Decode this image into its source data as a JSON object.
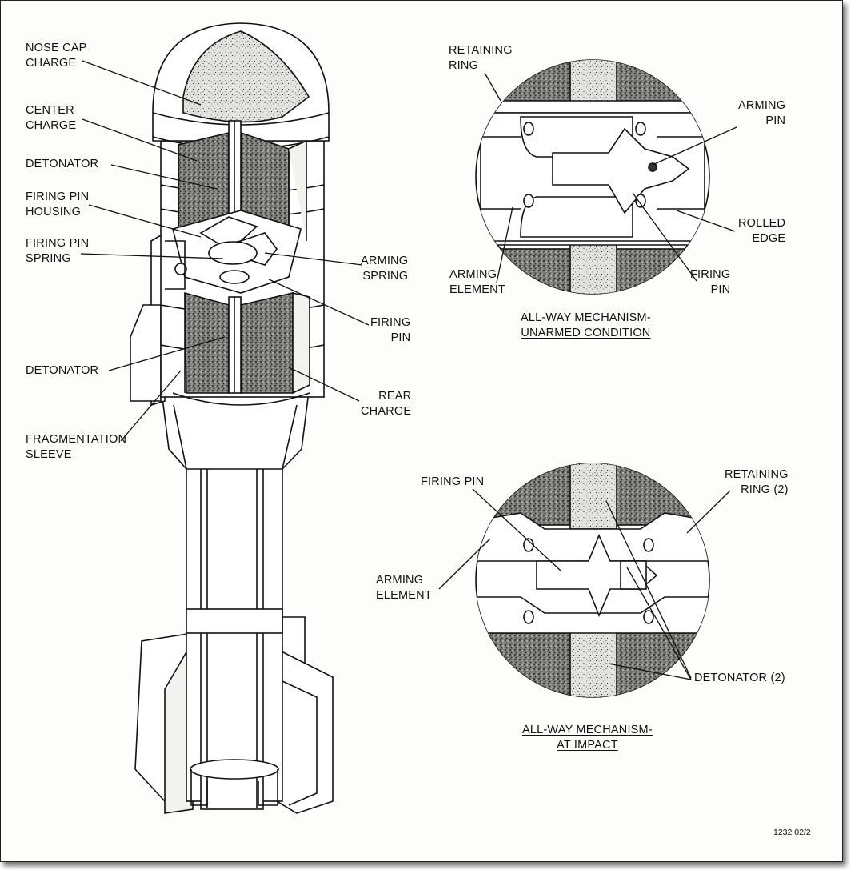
{
  "labels": {
    "nose_cap_charge": "NOSE CAP\nCHARGE",
    "center_charge": "CENTER\nCHARGE",
    "detonator_upper": "DETONATOR",
    "firing_pin_housing": "FIRING PIN\nHOUSING",
    "firing_pin_spring": "FIRING PIN\nSPRING",
    "arming_spring": "ARMING\nSPRING",
    "firing_pin_main": "FIRING\nPIN",
    "detonator_lower": "DETONATOR",
    "rear_charge": "REAR\nCHARGE",
    "fragmentation_sleeve": "FRAGMENTATION\nSLEEVE",
    "retaining_ring_top": "RETAINING\nRING",
    "arming_pin": "ARMING\nPIN",
    "rolled_edge": "ROLLED\nEDGE",
    "arming_element_top": "ARMING\nELEMENT",
    "firing_pin_top": "FIRING\nPIN",
    "caption_unarmed": "ALL-WAY MECHANISM-\nUNARMED CONDITION",
    "firing_pin_bottom": "FIRING PIN",
    "retaining_ring_bottom": "RETAINING\nRING (2)",
    "arming_element_bottom": "ARMING\nELEMENT",
    "detonator_bottom": "DETONATOR (2)",
    "caption_impact": "ALL-WAY MECHANISM-\nAT IMPACT",
    "figure_ref": "1232 02/2"
  }
}
